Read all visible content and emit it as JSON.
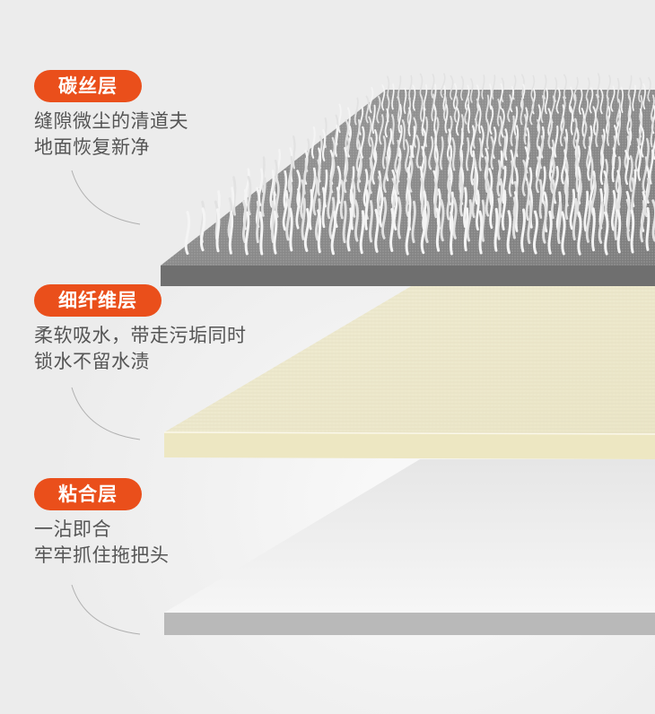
{
  "layers": [
    {
      "title": "碳丝层",
      "lines": [
        "缝隙微尘的清道夫",
        "地面恢复新净"
      ]
    },
    {
      "title": "细纤维层",
      "lines": [
        "柔软吸水，带走污垢同时",
        "锁水不留水渍"
      ]
    },
    {
      "title": "粘合层",
      "lines": [
        "一沾即合",
        "牢牢抓住拖把头"
      ]
    }
  ],
  "colors": {
    "badge": "#ea4f1b",
    "carbon_base": "#6f6f6f",
    "fiber_surface": "#f3efd9",
    "adhesive_surface": "#f7f7f7"
  }
}
